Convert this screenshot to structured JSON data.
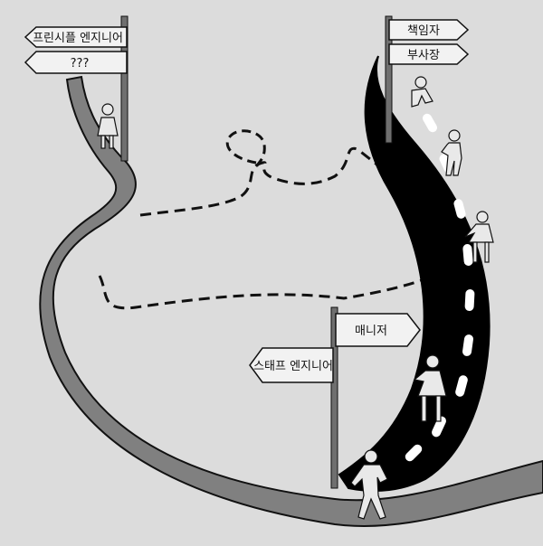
{
  "signs": {
    "principal_engineer": "프린시플 엔지니어",
    "unknown": "???",
    "lead": "책임자",
    "vp": "부사장",
    "manager": "매니저",
    "staff_engineer": "스태프 엔지니어"
  },
  "colors": {
    "background": "#dcdcdc",
    "ic_road": "#808080",
    "mgmt_road": "#000000",
    "dashes": "#ffffff",
    "sign_fill": "#f2f2f2",
    "post": "#6f6f6f"
  },
  "figures": [
    "person-icon",
    "person-icon",
    "person-icon",
    "person-icon",
    "person-icon",
    "person-icon"
  ]
}
